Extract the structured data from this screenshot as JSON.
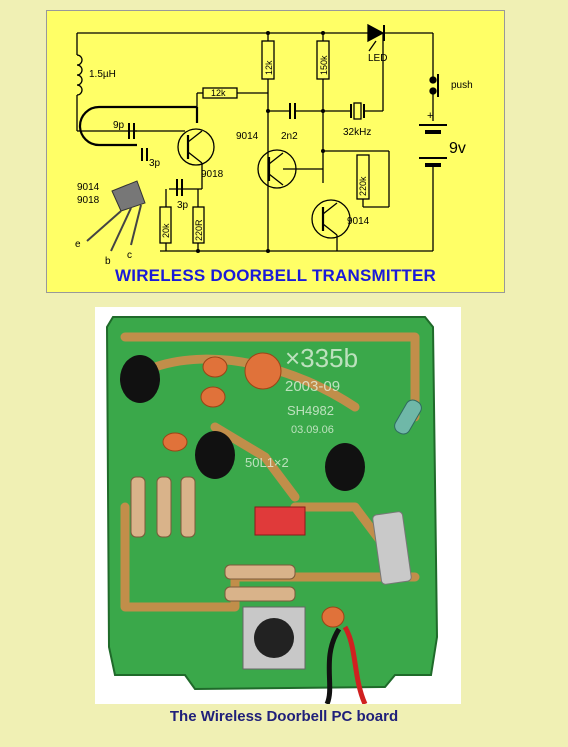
{
  "schematic": {
    "title": "WIRELESS DOORBELL TRANSMITTER",
    "labels": {
      "inductor": "1.5µH",
      "r_12k_top": "12k",
      "r_150k": "150k",
      "led": "LED",
      "push": "push",
      "r_12k_mid": "12k",
      "c_9p": "9p",
      "q1_type": "9014",
      "c_2n2": "2n2",
      "crystal": "32kHz",
      "plus": "+",
      "battery": "9v",
      "c_3p_a": "3p",
      "q2_type": "9018",
      "r_220k": "220k",
      "pinout_9014": "9014",
      "pinout_9018": "9018",
      "c_3p_b": "3p",
      "r_20k": "20k",
      "r_220r": "220R",
      "q3_type": "9014",
      "pin_e": "e",
      "pin_b": "b",
      "pin_c": "c"
    }
  },
  "photo": {
    "pcb_text": {
      "part_no": "×335b",
      "date": "2003-09",
      "code": "SH4982",
      "date2": "03.09.06",
      "net": "50L1×2"
    },
    "caption": "The Wireless Doorbell PC board"
  },
  "colors": {
    "panel_bg": "#ffff66",
    "page_bg": "#f0f0b4",
    "title_blue": "#1a1ad8",
    "caption_navy": "#20207a",
    "pcb_green": "#3aa84a",
    "trace_orange": "#d98a4a"
  }
}
